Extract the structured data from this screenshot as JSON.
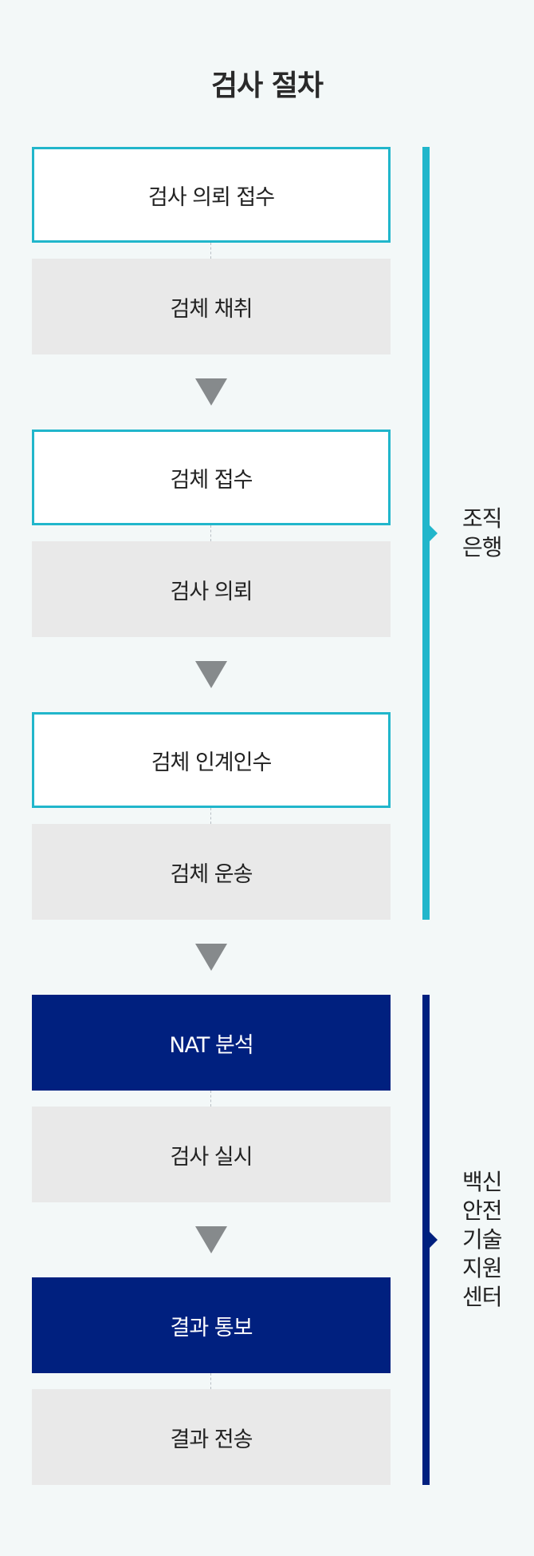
{
  "title": "검사 절차",
  "steps": [
    {
      "label": "검사 의뢰 접수"
    },
    {
      "label": "검체 채취"
    },
    {
      "label": "검체 접수"
    },
    {
      "label": "검사 의뢰"
    },
    {
      "label": "검체 인계인수"
    },
    {
      "label": "검체 운송"
    },
    {
      "label": "NAT 분석"
    },
    {
      "label": "검사 실시"
    },
    {
      "label": "결과 통보"
    },
    {
      "label": "결과 전송"
    }
  ],
  "groups": [
    {
      "label": "조직\n은행",
      "color": "#21b6cb"
    },
    {
      "label": "백신\n안전\n기술\n지원\n센터",
      "color": "#00207f"
    }
  ],
  "colors": {
    "accent_teal": "#21b6cb",
    "accent_navy": "#00207f",
    "step_grey": "#e9e9e9",
    "arrow_grey": "#868a8c"
  },
  "icons": [
    "down-arrow-icon",
    "bracket-notch-icon"
  ]
}
